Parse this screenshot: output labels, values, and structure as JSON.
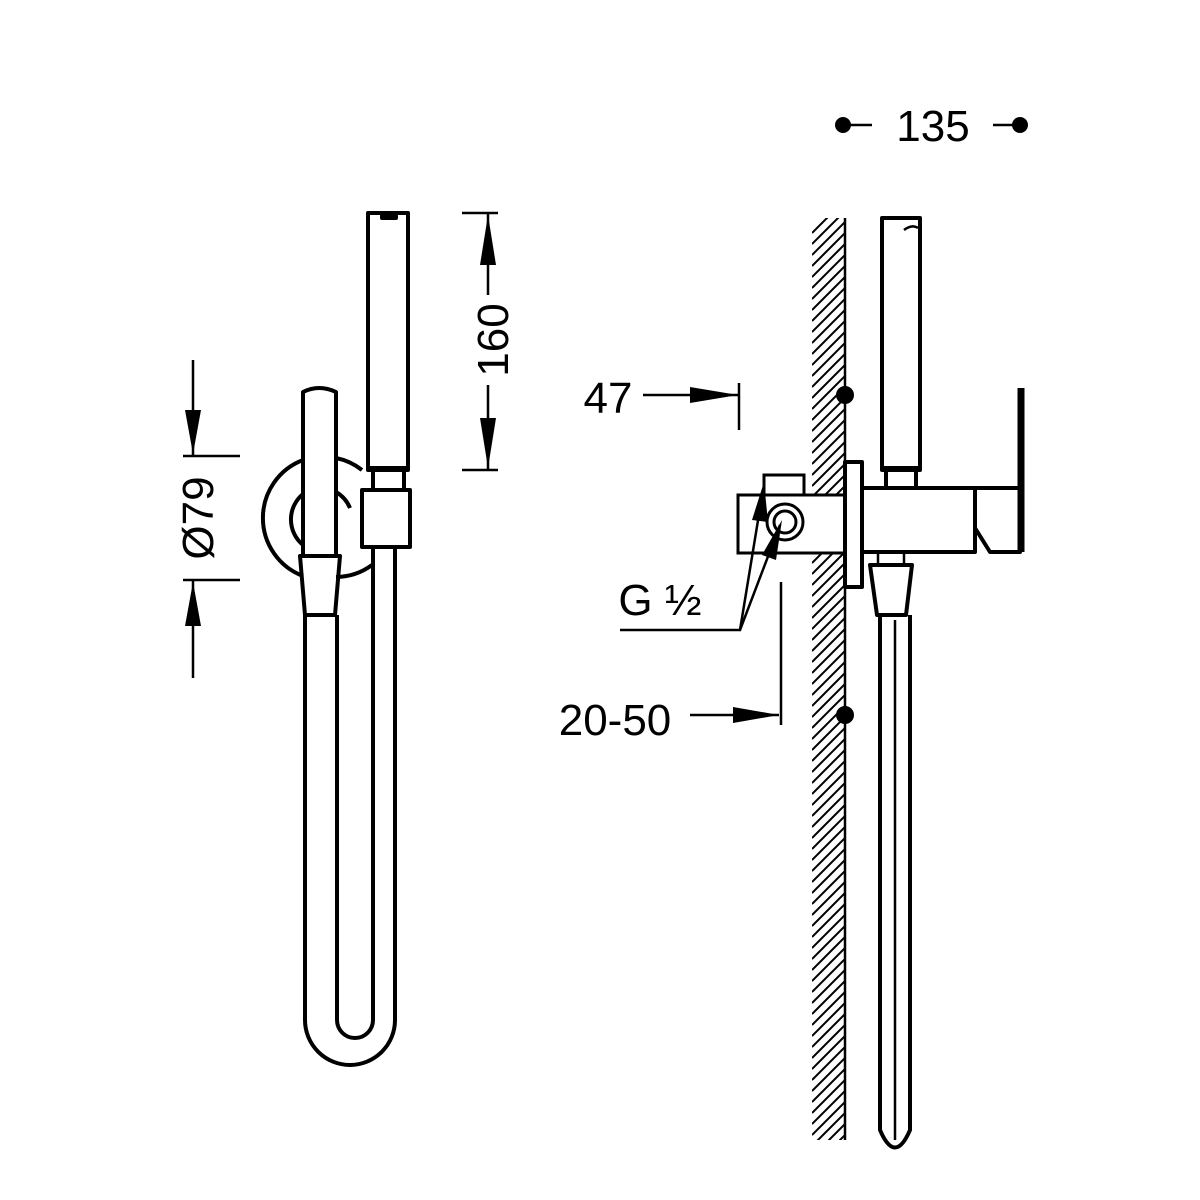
{
  "dimensions": {
    "handshower_length": "160",
    "flange_diameter": "Ø79",
    "projection_width": "135",
    "valve_depth": "47",
    "connection_thread": "G ½",
    "wall_thickness_range": "20-50"
  },
  "colors": {
    "line": "#000000",
    "background": "#ffffff"
  }
}
